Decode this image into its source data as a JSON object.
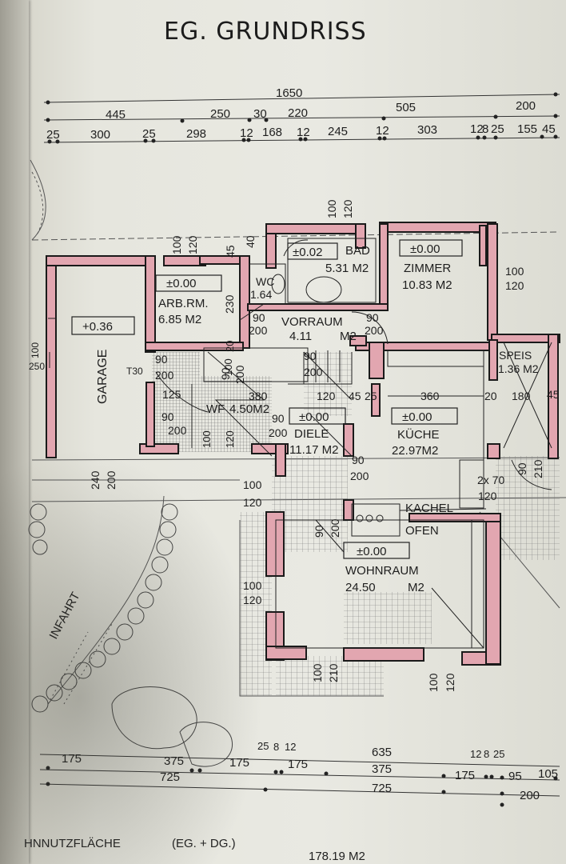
{
  "title": "EG. GRUNDRISS",
  "dims_top": {
    "total": "1650",
    "row2": [
      "445",
      "250",
      "30",
      "220",
      "505",
      "200"
    ],
    "row3": [
      "25",
      "300",
      "25",
      "298",
      "12",
      "168",
      "12",
      "245",
      "12",
      "303",
      "12",
      "8",
      "25",
      "155",
      "45"
    ]
  },
  "dims_bottom": {
    "row1": [
      "175",
      "375",
      "175",
      "25",
      "8",
      "12",
      "175",
      "635",
      "12",
      "8",
      "25"
    ],
    "row2": [
      "725",
      "375",
      "175",
      "95",
      "105"
    ],
    "row3": [
      "725",
      "200"
    ]
  },
  "rooms": [
    {
      "name": "GARAGE",
      "level": "+0.36"
    },
    {
      "name": "ARB.RM.",
      "area": "6.85  M2",
      "level": "±0.00"
    },
    {
      "name": "WC",
      "area": "1.64"
    },
    {
      "name": "BAD",
      "area": "5.31  M2",
      "level": "±0.02"
    },
    {
      "name": "ZIMMER",
      "area": "10.83 M2",
      "level": "±0.00"
    },
    {
      "name": "VORRAUM",
      "area": "4.11",
      "unit": "M2"
    },
    {
      "name": "WF",
      "area": "4.50M2"
    },
    {
      "name": "DIELE",
      "area": "11.17 M2",
      "level": "±0.00"
    },
    {
      "name": "KÜCHE",
      "area": "22.97M2",
      "level": "±0.00"
    },
    {
      "name": "SPEIS",
      "area": "1.36 M2"
    },
    {
      "name": "WOHNRAUM",
      "area": "24.50",
      "unit": "M2",
      "level": "±0.00"
    }
  ],
  "labels": {
    "kachel": "KACHEL",
    "ofen": "OFEN",
    "einfahrt": "INFAHRT",
    "t30": "T30"
  },
  "openings": [
    {
      "w": "100",
      "h": "120"
    },
    {
      "w": "100",
      "h": "120"
    },
    {
      "w": "100",
      "h": "120"
    },
    {
      "w": "45",
      "h": "40"
    },
    {
      "w": "90",
      "h": "200"
    },
    {
      "w": "90",
      "h": "200"
    },
    {
      "w": "90",
      "h": "200"
    },
    {
      "w": "90",
      "h": "200"
    },
    {
      "w": "90",
      "h": "200"
    },
    {
      "w": "90",
      "h": "200"
    },
    {
      "w": "90",
      "h": "200"
    },
    {
      "w": "90",
      "h": "200"
    },
    {
      "w": "90",
      "h": "200"
    },
    {
      "w": "240",
      "h": "200"
    },
    {
      "w": "100",
      "h": "120"
    },
    {
      "w": "100",
      "h": "120"
    },
    {
      "w": "100",
      "h": "210"
    },
    {
      "w": "100",
      "h": "120"
    },
    {
      "w": "2x 70",
      "h": "120"
    },
    {
      "w": "90",
      "h": "210"
    },
    {
      "w": "100",
      "h": "250"
    },
    {
      "w": "230",
      "h": ""
    },
    {
      "w": "125",
      "h": ""
    },
    {
      "w": "380",
      "h": ""
    },
    {
      "w": "120",
      "h": "45"
    },
    {
      "w": "25",
      "h": ""
    },
    {
      "w": "360",
      "h": ""
    },
    {
      "w": "20",
      "h": "180"
    },
    {
      "w": "45",
      "h": ""
    },
    {
      "w": "100",
      "h": "20"
    },
    {
      "w": "100",
      "h": "120"
    }
  ],
  "footer": {
    "label": "HNNUTZFLÄCHE",
    "scope": "(EG. + DG.)",
    "area": "178.19 M2"
  },
  "colors": {
    "wall_fill": "#e2a6b0",
    "wall_line": "#1a1a1a",
    "ink": "#1e1e1e",
    "paper": "#e6e6de"
  }
}
